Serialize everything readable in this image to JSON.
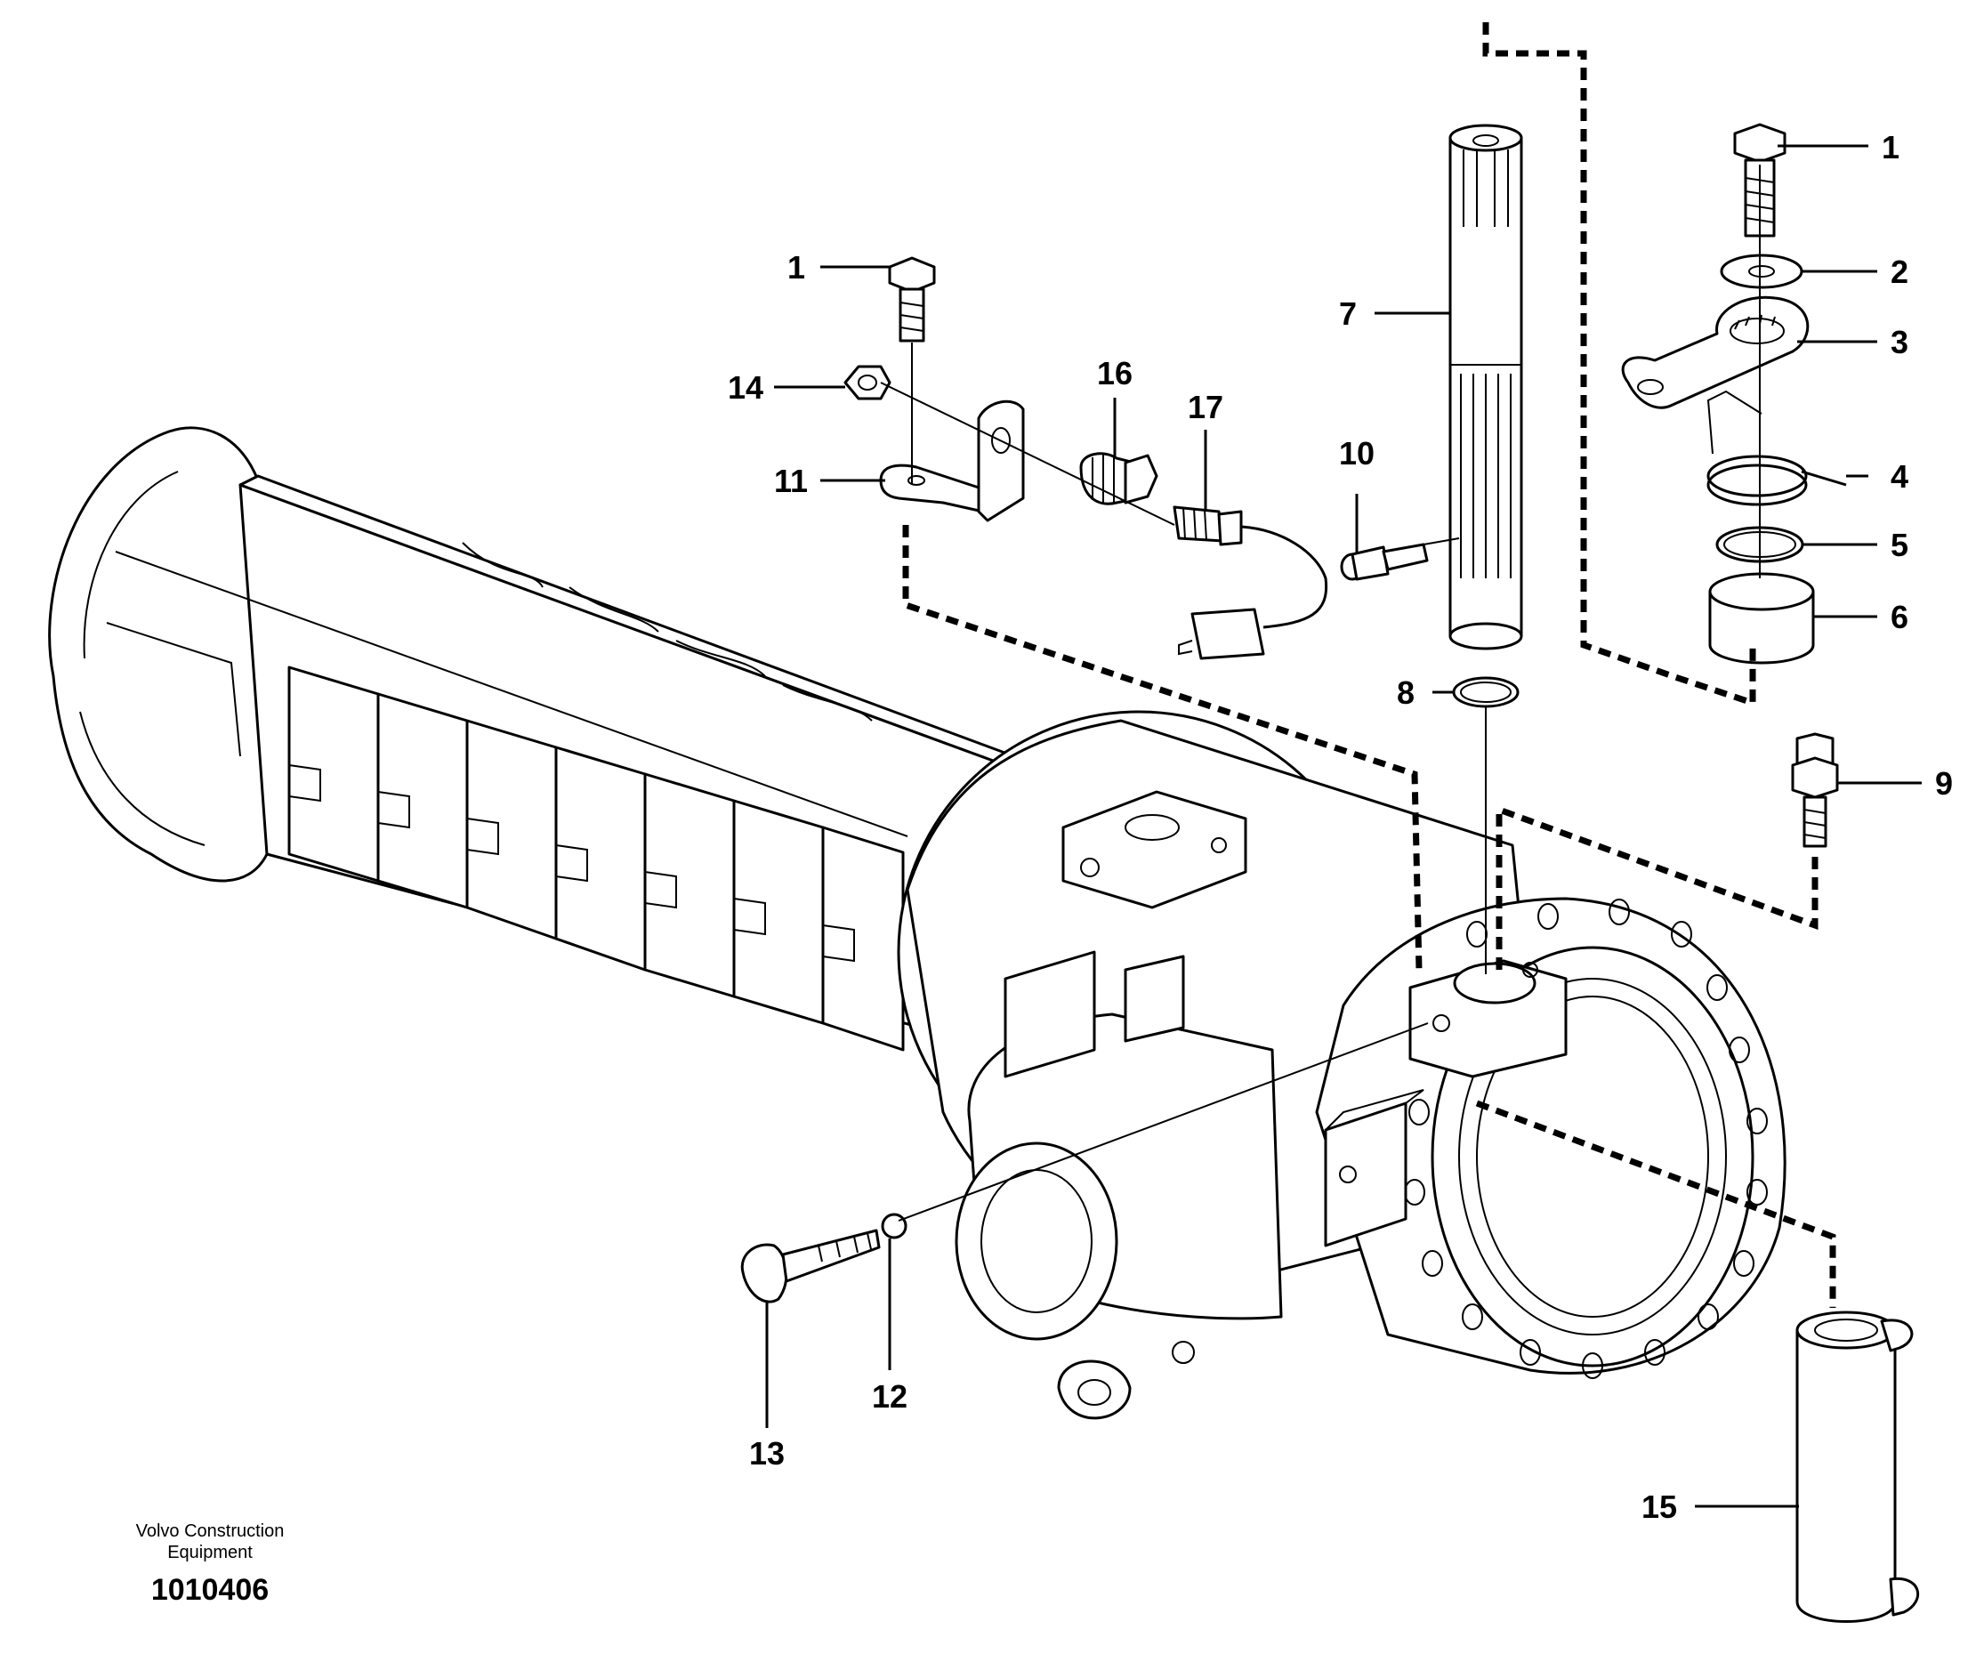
{
  "callouts": [
    {
      "id": "c1a",
      "text": "1"
    },
    {
      "id": "c1b",
      "text": "1"
    },
    {
      "id": "c2",
      "text": "2"
    },
    {
      "id": "c3",
      "text": "3"
    },
    {
      "id": "c4",
      "text": "4"
    },
    {
      "id": "c5",
      "text": "5"
    },
    {
      "id": "c6",
      "text": "6"
    },
    {
      "id": "c7",
      "text": "7"
    },
    {
      "id": "c8",
      "text": "8"
    },
    {
      "id": "c9",
      "text": "9"
    },
    {
      "id": "c10",
      "text": "10"
    },
    {
      "id": "c11",
      "text": "11"
    },
    {
      "id": "c12",
      "text": "12"
    },
    {
      "id": "c13",
      "text": "13"
    },
    {
      "id": "c14",
      "text": "14"
    },
    {
      "id": "c15",
      "text": "15"
    },
    {
      "id": "c16",
      "text": "16"
    },
    {
      "id": "c17",
      "text": "17"
    }
  ],
  "footer": {
    "brand_line1": "Volvo Construction",
    "brand_line2": "Equipment",
    "drawing_number": "1010406"
  }
}
